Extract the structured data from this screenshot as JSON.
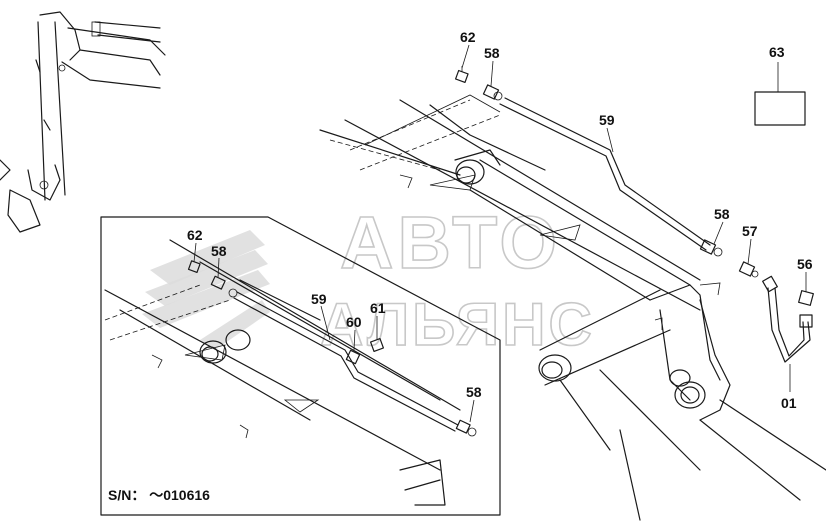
{
  "watermark": {
    "line1": "АВТО",
    "line2": "АЛЬЯНС"
  },
  "callouts": {
    "main": {
      "c62": "62",
      "c58a": "58",
      "c59": "59",
      "c63": "63",
      "c58b": "58",
      "c57": "57",
      "c56": "56",
      "c01": "01"
    },
    "inset": {
      "c62": "62",
      "c58a": "58",
      "c59": "59",
      "c60": "60",
      "c61": "61",
      "c58b": "58"
    }
  },
  "inset": {
    "serial": "S/N：  ～010616"
  }
}
